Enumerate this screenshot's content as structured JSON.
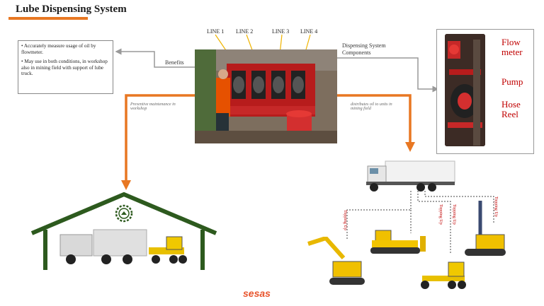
{
  "title": "Lube Dispensing System",
  "benefits": {
    "label": "Benefits",
    "points": [
      "• Accurately measure usage of oil by flowmeter.",
      "• May use in both conditions, in workshop also in mining field with support of lube truck."
    ]
  },
  "lines": [
    "LINE 1",
    "LINE 2",
    "LINE 3",
    "LINE 4"
  ],
  "components": {
    "label": "Dispensing System Components",
    "items": [
      "Flow meter",
      "Pump",
      "Hose Reel"
    ]
  },
  "notes": {
    "workshop": "Preventive maintenance in workshop",
    "field": "distributes oil to units in mining field"
  },
  "topping_label": "Topping Up",
  "logo": "sesas",
  "colors": {
    "accent": "#e87722",
    "red": "#c00000",
    "green": "#2d5a1e"
  }
}
